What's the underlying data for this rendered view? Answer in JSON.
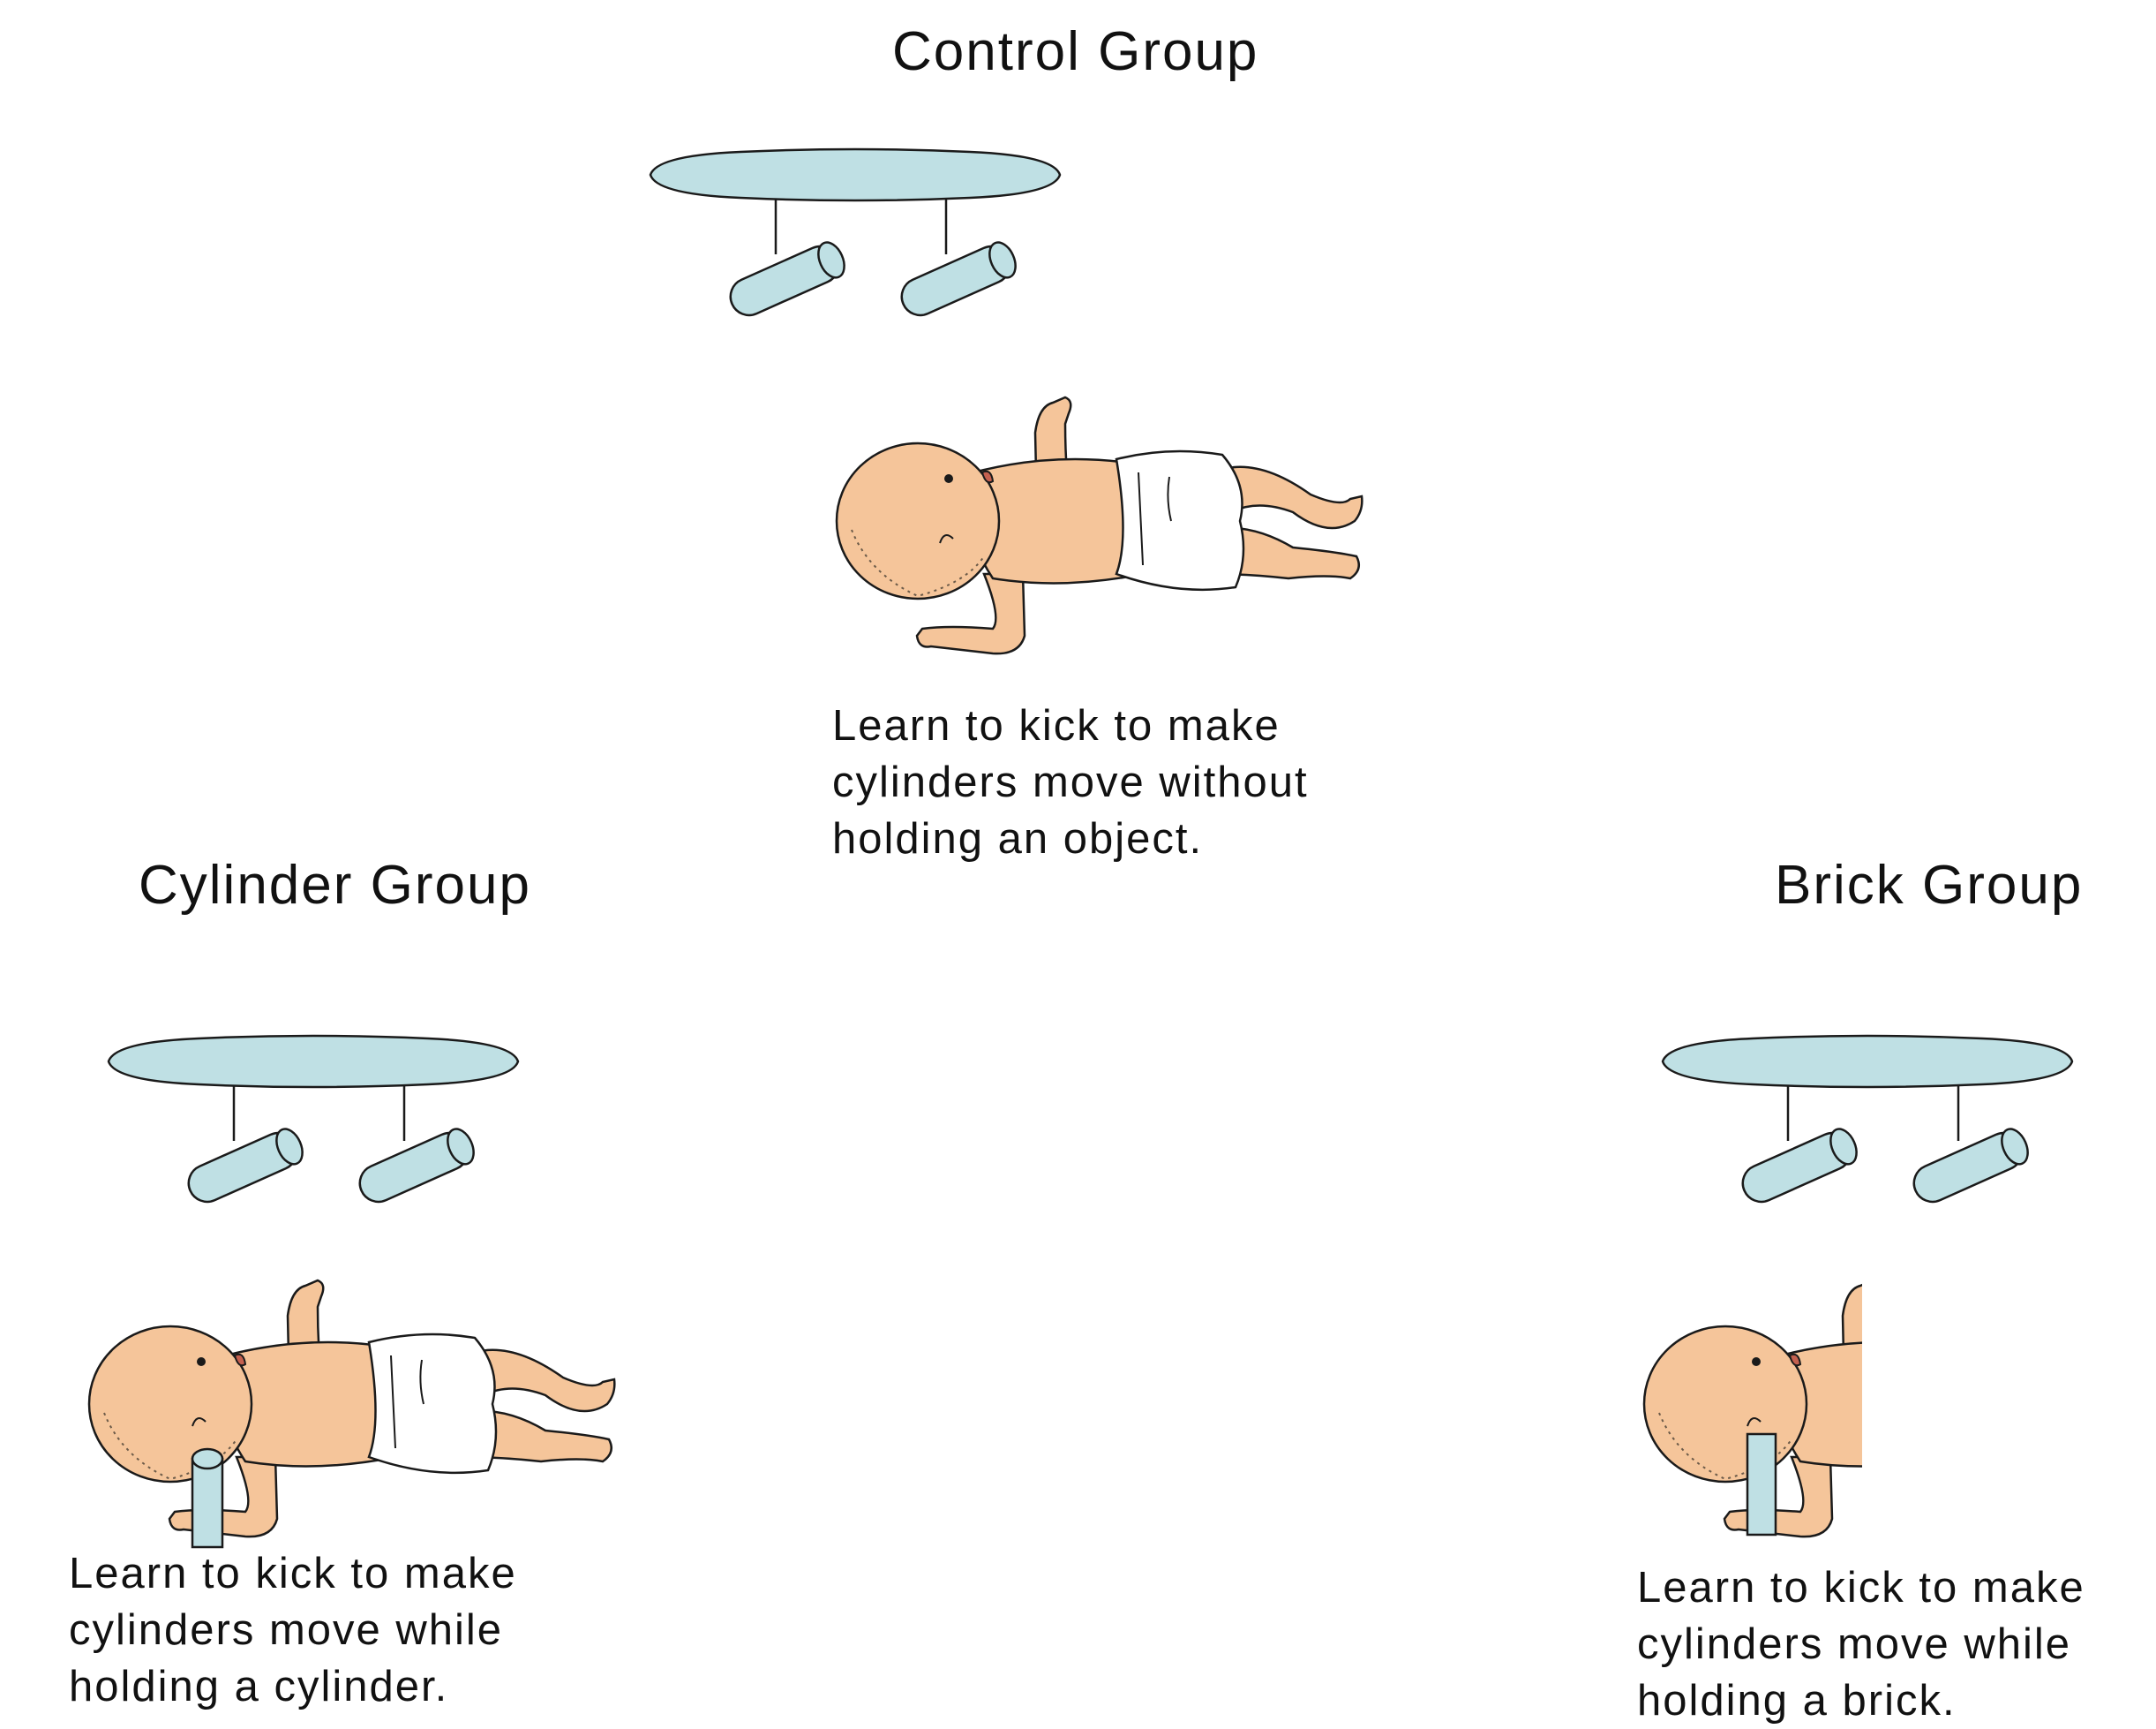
{
  "control": {
    "title": "Control Group",
    "caption": [
      "Learn to kick to make",
      "cylinders move without",
      "holding an object."
    ]
  },
  "cylinder": {
    "title": "Cylinder Group",
    "caption": [
      "Learn to kick to make",
      "cylinders move while",
      "holding a cylinder."
    ]
  },
  "brick": {
    "title": "Brick Group",
    "caption": [
      "Learn to kick to make",
      "cylinders move while",
      "holding a brick."
    ]
  },
  "colors": {
    "mobile": "#bfe0e4",
    "skin": "#f5c59a",
    "outline": "#1a1a1a",
    "diaper": "#ffffff"
  }
}
